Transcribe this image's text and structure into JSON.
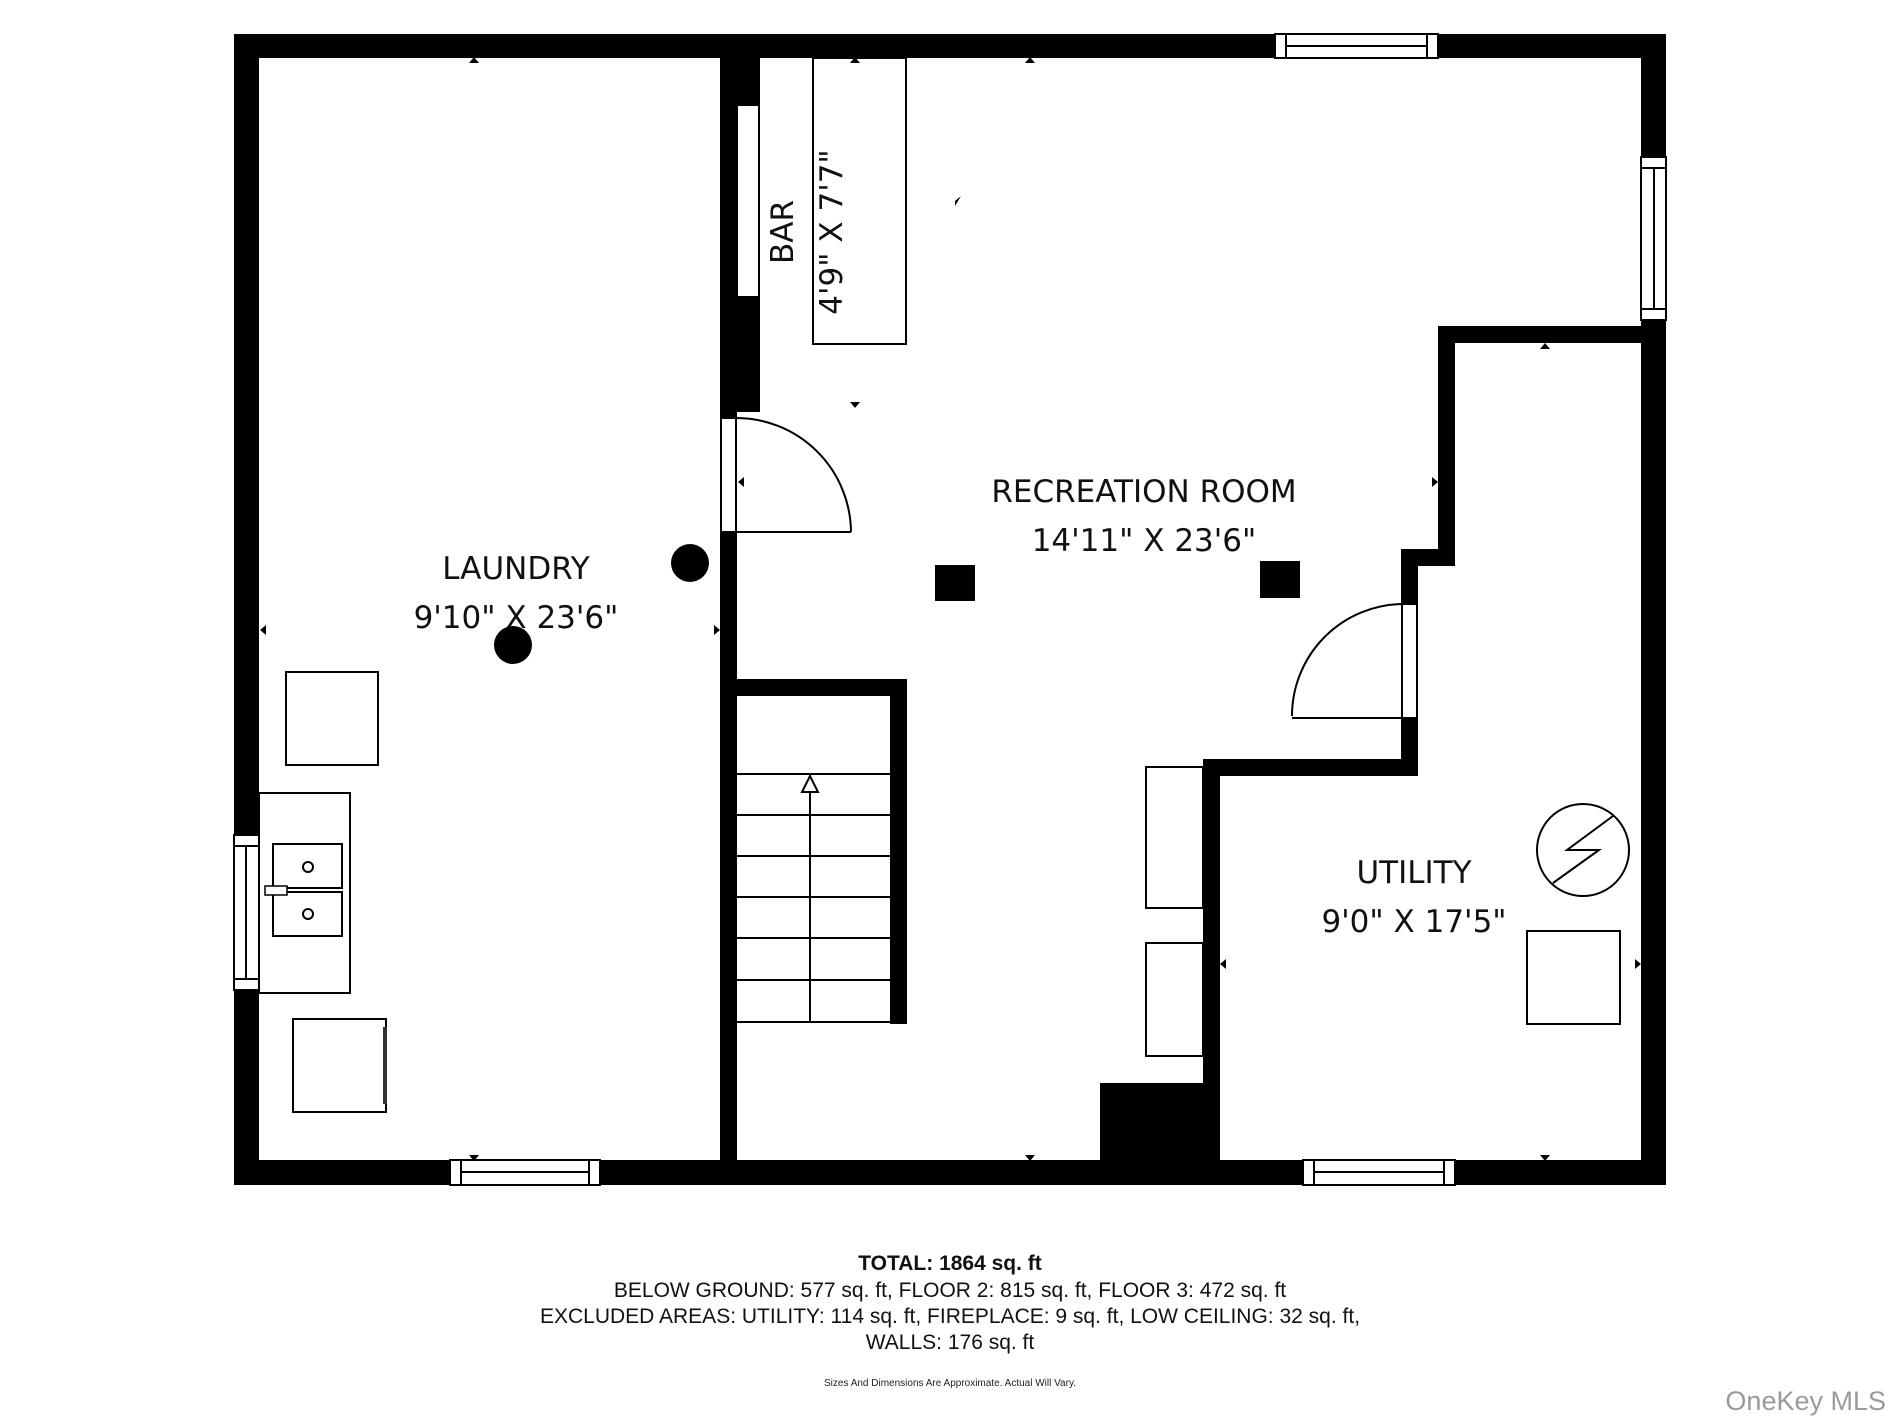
{
  "rooms": {
    "laundry": {
      "name": "LAUNDRY",
      "dims": "9'10\" X 23'6\""
    },
    "recreation": {
      "name": "RECREATION ROOM",
      "dims": "14'11\" X 23'6\""
    },
    "utility": {
      "name": "UTILITY",
      "dims": "9'0\" X 17'5\""
    },
    "bar": {
      "name": "BAR",
      "dims": "4'9\" X 7'7\""
    }
  },
  "summary": {
    "total": "TOTAL: 1864 sq. ft",
    "line1": "BELOW GROUND: 577 sq. ft, FLOOR 2: 815 sq. ft, FLOOR 3: 472 sq. ft",
    "line2": "EXCLUDED AREAS: UTILITY: 114 sq. ft, FIREPLACE: 9 sq. ft, LOW CEILING: 32 sq. ft,",
    "line3": "WALLS: 176 sq. ft"
  },
  "disclaimer": "Sizes And Dimensions Are Approximate. Actual Will Vary.",
  "watermark": "OneKey MLS",
  "colors": {
    "wall": "#000000",
    "background": "#ffffff",
    "watermark": "#9a9a9a"
  }
}
